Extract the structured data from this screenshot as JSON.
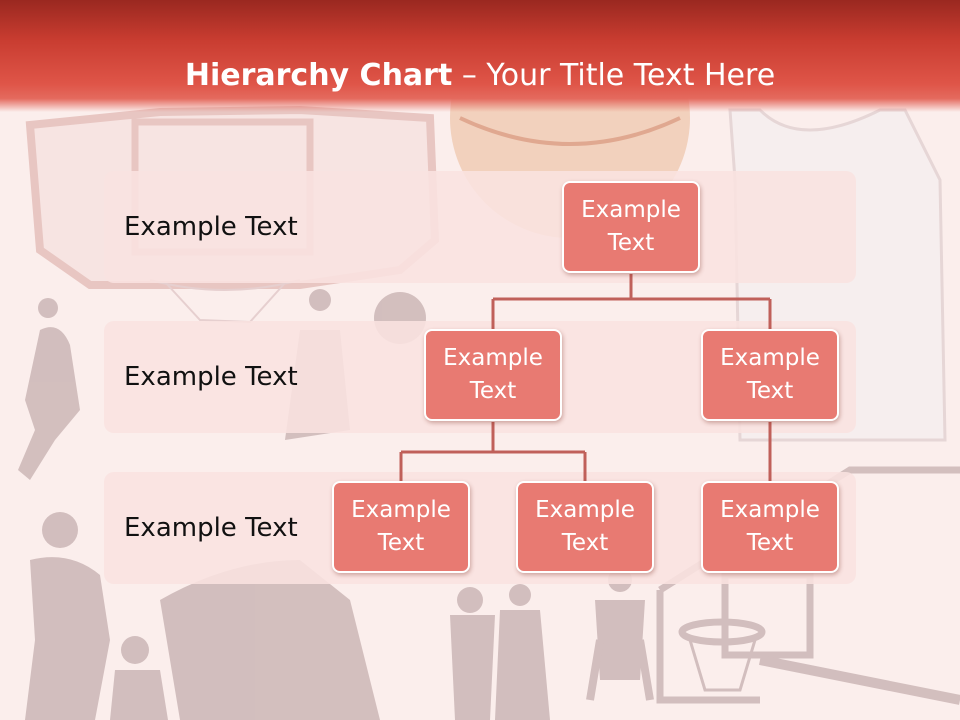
{
  "title": {
    "bold_part": "Hierarchy Chart",
    "rest": " – Your Title Text Here"
  },
  "levels": [
    {
      "label": "Example Text"
    },
    {
      "label": "Example Text"
    },
    {
      "label": "Example Text"
    }
  ],
  "nodes": {
    "root": "Example Text",
    "level2": [
      "Example Text",
      "Example Text"
    ],
    "level3": [
      "Example Text",
      "Example Text",
      "Example Text"
    ]
  },
  "colors": {
    "banner": "#c83c30",
    "node": "#e87a72",
    "band": "#f9e2e0",
    "connector": "#c0605a",
    "silhouette": "#c9b4b4"
  },
  "background_icons": [
    "backboard-icon",
    "basketball-icon",
    "jersey-icon",
    "player-silhouette-icon",
    "hoop-icon"
  ]
}
